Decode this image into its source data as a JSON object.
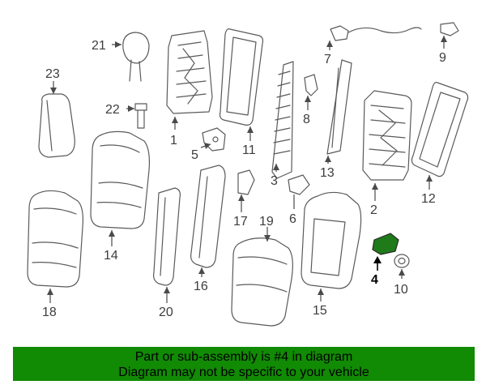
{
  "colors": {
    "banner_bg": "#118a04",
    "highlight_part": "#1f7a1a",
    "line_art": "#5a5a5a"
  },
  "callouts": [
    {
      "id": "1",
      "label": "1"
    },
    {
      "id": "2",
      "label": "2"
    },
    {
      "id": "3",
      "label": "3"
    },
    {
      "id": "4",
      "label": "4",
      "highlighted": true
    },
    {
      "id": "5",
      "label": "5"
    },
    {
      "id": "6",
      "label": "6"
    },
    {
      "id": "7",
      "label": "7"
    },
    {
      "id": "8",
      "label": "8"
    },
    {
      "id": "9",
      "label": "9"
    },
    {
      "id": "10",
      "label": "10"
    },
    {
      "id": "11",
      "label": "11"
    },
    {
      "id": "12",
      "label": "12"
    },
    {
      "id": "13",
      "label": "13"
    },
    {
      "id": "14",
      "label": "14"
    },
    {
      "id": "15",
      "label": "15"
    },
    {
      "id": "16",
      "label": "16"
    },
    {
      "id": "17",
      "label": "17"
    },
    {
      "id": "18",
      "label": "18"
    },
    {
      "id": "19",
      "label": "19"
    },
    {
      "id": "20",
      "label": "20"
    },
    {
      "id": "21",
      "label": "21"
    },
    {
      "id": "22",
      "label": "22"
    },
    {
      "id": "23",
      "label": "23"
    }
  ],
  "banner": {
    "line1": "Part or sub-assembly is #4 in diagram",
    "line2": "Diagram may not be specific to your vehicle"
  }
}
